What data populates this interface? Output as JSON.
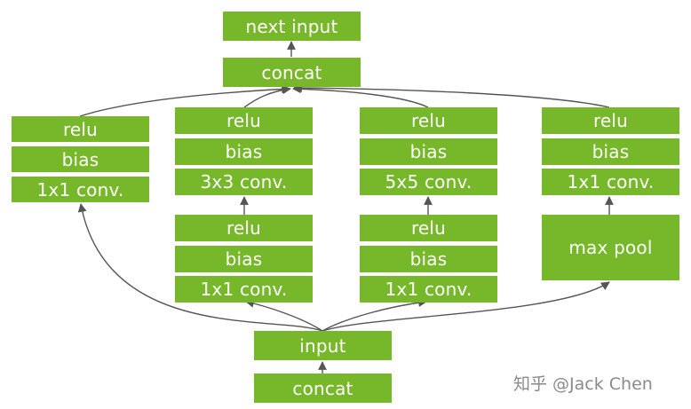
{
  "nodes": {
    "next_input": "next input",
    "concat_top": "concat",
    "b1_relu": "relu",
    "b1_bias": "bias",
    "b1_conv": "1x1 conv.",
    "b2_relu": "relu",
    "b2_bias": "bias",
    "b2_conv": "3x3 conv.",
    "b2_relu2": "relu",
    "b2_bias2": "bias",
    "b2_conv1": "1x1 conv.",
    "b3_relu": "relu",
    "b3_bias": "bias",
    "b3_conv": "5x5 conv.",
    "b3_relu2": "relu",
    "b3_bias2": "bias",
    "b3_conv1": "1x1 conv.",
    "b4_relu": "relu",
    "b4_bias": "bias",
    "b4_conv": "1x1 conv.",
    "b4_pool": "max pool",
    "input": "input",
    "concat_bottom": "concat"
  },
  "watermark": "知乎 @Jack Chen",
  "colors": {
    "box_fill": "#76b82a",
    "box_text": "#ffffff",
    "edge": "#555555"
  }
}
